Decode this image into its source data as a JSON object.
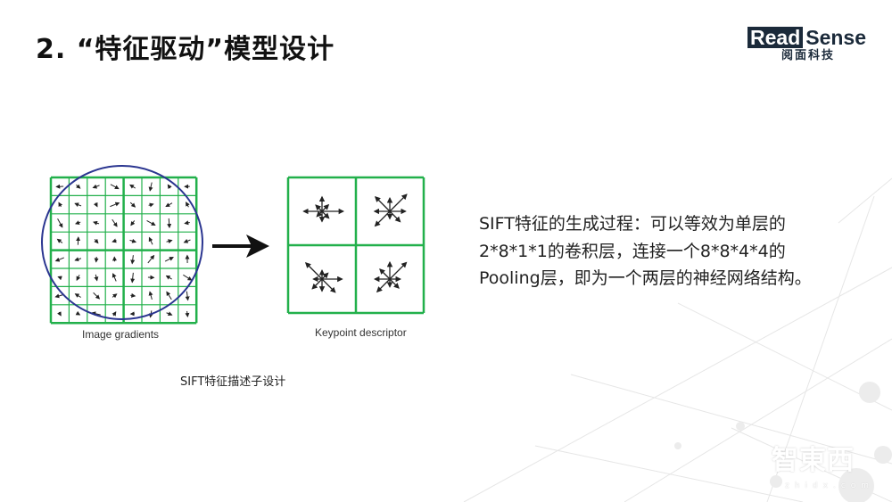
{
  "slide": {
    "title": "2. “特征驱动”模型设计"
  },
  "logo": {
    "read": "Read",
    "sense": "Sense",
    "cn": "阅面科技"
  },
  "figure": {
    "left_caption": "Image gradients",
    "right_caption": "Keypoint descriptor",
    "caption": "SIFT特征描述子设计",
    "grid_color": "#22b04b",
    "circle_color": "#2a3590"
  },
  "description": {
    "lines": [
      "SIFT特征的生成过程：可以等效为单层的",
      "2*8*1*1的卷积层，连接一个8*8*4*4的",
      "Pooling层，即为一个两层的神经网络结构。"
    ]
  },
  "watermark": {
    "text": "智東西",
    "url": "zhidx.com"
  }
}
